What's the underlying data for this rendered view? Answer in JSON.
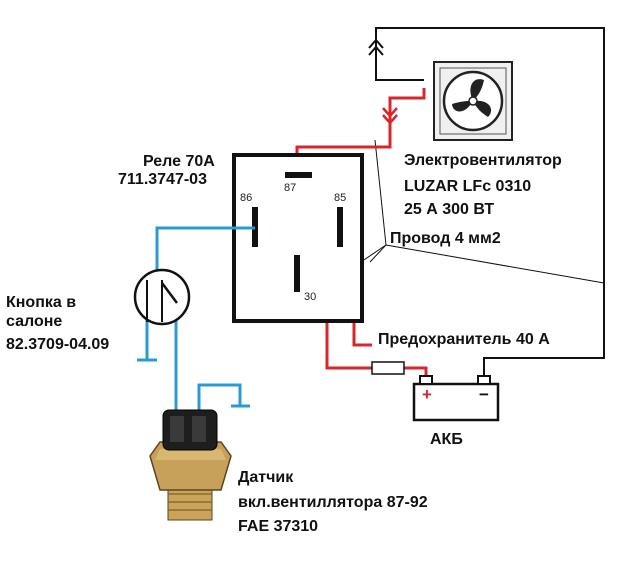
{
  "relay": {
    "title": "Реле 70А",
    "model": "711.3747-03",
    "pins": {
      "p86": "86",
      "p87": "87",
      "p85": "85",
      "p30": "30"
    }
  },
  "fan": {
    "title": "Электровентилятор",
    "model": "LUZAR LFc 0310",
    "specs": "25 А 300 ВТ"
  },
  "wire_label": "Провод 4 мм2",
  "button": {
    "line1": "Кнопка в",
    "line2": "салоне",
    "model": "82.3709-04.09"
  },
  "fuse_label": "Предохранитель 40 А",
  "battery": {
    "label": "АКБ",
    "plus": "+",
    "minus": "−"
  },
  "sensor": {
    "line1": "Датчик",
    "line2": "вкл.вентиллятора 87-92",
    "line3": "FAE 37310"
  },
  "colors": {
    "red_wire": "#d8272b",
    "blue_wire": "#2a9bd1",
    "black": "#111111",
    "sensor_brass": "#c9a45a"
  },
  "icons": {
    "fan": "fan-icon",
    "relay": "relay-icon",
    "switch": "switch-icon",
    "sensor": "sensor-icon",
    "battery": "battery-icon",
    "fuse": "fuse-icon",
    "ground": "ground-icon"
  }
}
